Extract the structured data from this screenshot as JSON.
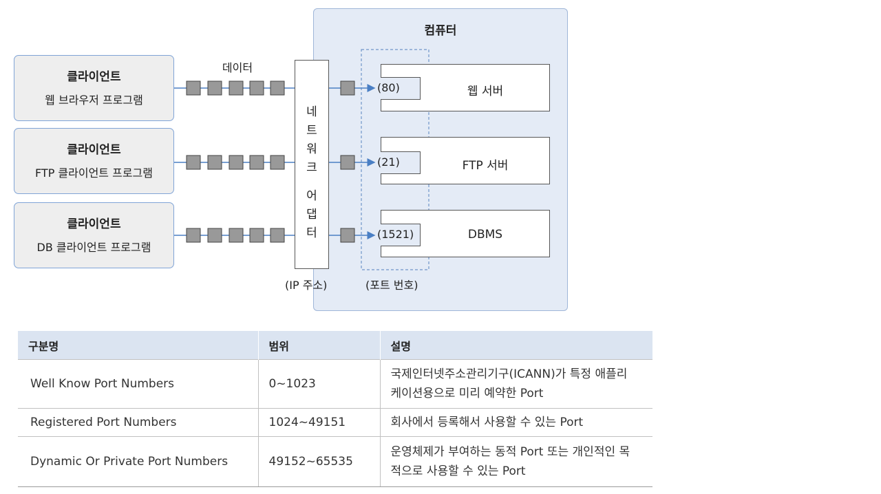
{
  "diagram": {
    "computer_title": "컴퓨터",
    "data_label": "데이터",
    "adapter_chars": [
      "네",
      "트",
      "워",
      "크",
      "",
      "어",
      "댑",
      "터"
    ],
    "ip_label": "(IP 주소)",
    "port_label": "(포트 번호)",
    "clients": [
      {
        "title": "클라이언트",
        "program": "웹 브라우저 프로그램"
      },
      {
        "title": "클라이언트",
        "program": "FTP 클라이언트 프로그램"
      },
      {
        "title": "클라이언트",
        "program": "DB 클라이언트 프로그램"
      }
    ],
    "servers": [
      {
        "port": "(80)",
        "name": "웹 서버"
      },
      {
        "port": "(21)",
        "name": "FTP 서버"
      },
      {
        "port": "(1521)",
        "name": "DBMS"
      }
    ],
    "colors": {
      "box_fill": "#eeeeee",
      "box_border": "#7fa3d6",
      "computer_fill": "#e4ebf6",
      "arrow": "#4a7fc4",
      "packet": "#999999"
    }
  },
  "table": {
    "headers": [
      "구분명",
      "범위",
      "설명"
    ],
    "rows": [
      {
        "name": "Well Know Port Numbers",
        "range": "0~1023",
        "desc1": "국제인터넷주소관리기구(ICANN)가 특정 애플리",
        "desc2": "케이션용으로 미리 예약한 Port"
      },
      {
        "name": "Registered Port Numbers",
        "range": "1024~49151",
        "desc1": "회사에서 등록해서 사용할 수 있는 Port",
        "desc2": ""
      },
      {
        "name": "Dynamic Or Private Port Numbers",
        "range": "49152~65535",
        "desc1": "운영체제가 부여하는 동적 Port 또는 개인적인 목",
        "desc2": "적으로 사용할 수 있는 Port"
      }
    ]
  }
}
